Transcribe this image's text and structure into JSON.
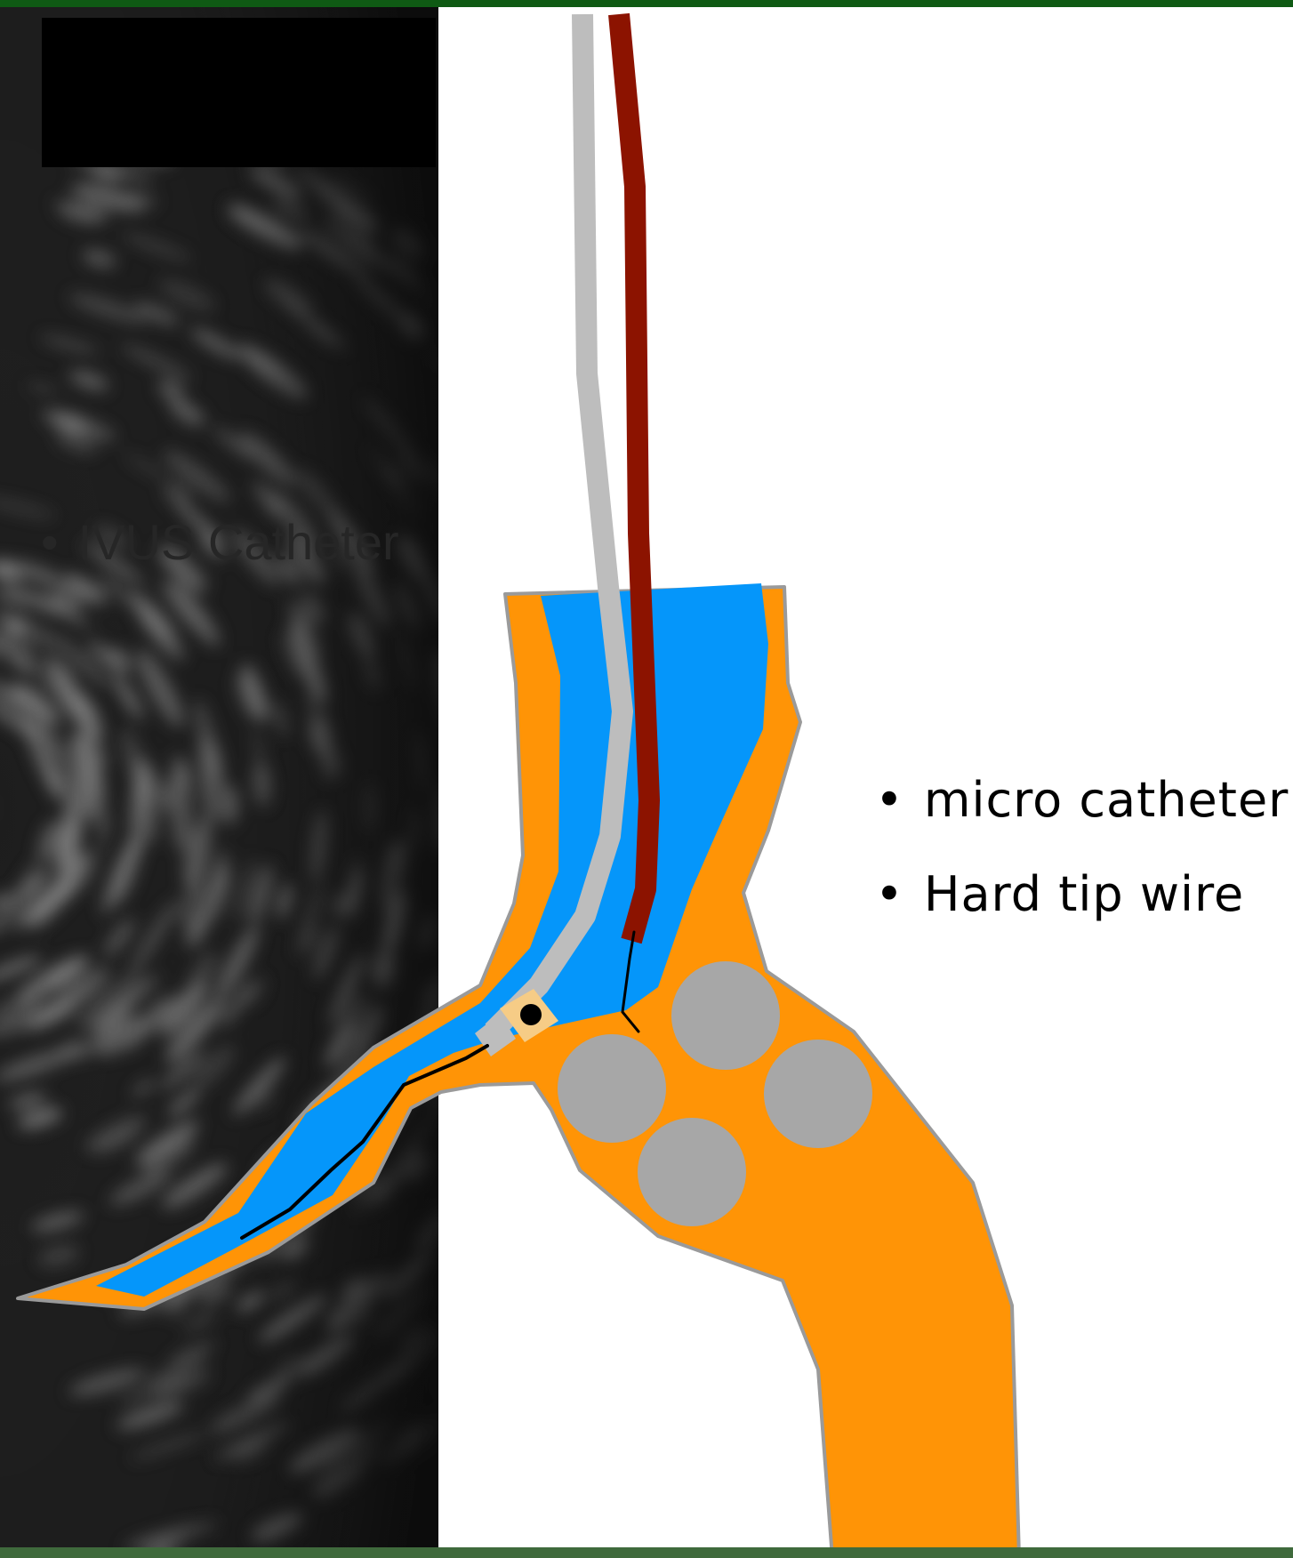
{
  "labels": {
    "bullet": "•",
    "ivus_catheter": "IVUS Catheter",
    "micro_catheter": "micro catheter",
    "hard_tip_wire": "Hard tip wire"
  },
  "colors": {
    "frame_green": "#0f5a14",
    "bottom_bar_green": "#3f6a3c",
    "ivus_background": "#1e1e1e",
    "ivus_speckle": "#8a8a8a",
    "vessel_wall": "#ff9406",
    "vessel_wall_outline": "#9a9a9a",
    "lumen": "#0596fa",
    "ivus_catheter_shaft": "#bdbdbd",
    "micro_catheter_shaft": "#8c1300",
    "transducer": "#f6cc86",
    "wire": "#000000",
    "plaque_circles": "#a7a7a7",
    "label_text": "#000000",
    "ivus_label_text": "#262626"
  },
  "icons": {
    "transducer_marker": "transducer-dot-icon",
    "bullet": "bullet-dot-icon"
  }
}
